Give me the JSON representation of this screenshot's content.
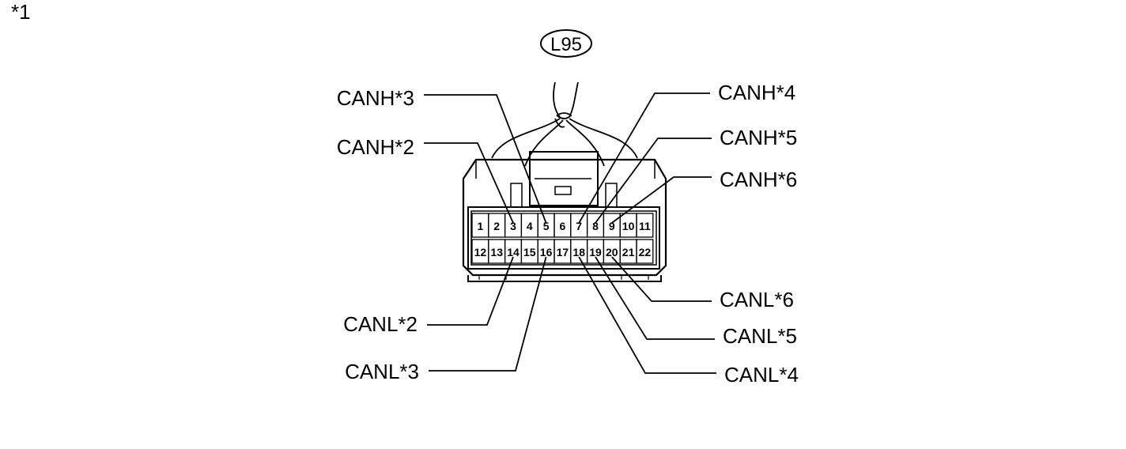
{
  "figure_ref": "*1",
  "connector_code": "L95",
  "pins": {
    "row1": [
      "1",
      "2",
      "3",
      "4",
      "5",
      "6",
      "7",
      "8",
      "9",
      "10",
      "11"
    ],
    "row2": [
      "12",
      "13",
      "14",
      "15",
      "16",
      "17",
      "18",
      "19",
      "20",
      "21",
      "22"
    ]
  },
  "callouts": {
    "left": [
      {
        "label": "CANH*3",
        "pin": "5"
      },
      {
        "label": "CANH*2",
        "pin": "3"
      },
      {
        "label": "CANL*2",
        "pin": "14"
      },
      {
        "label": "CANL*3",
        "pin": "16"
      }
    ],
    "right": [
      {
        "label": "CANH*4",
        "pin": "7"
      },
      {
        "label": "CANH*5",
        "pin": "8"
      },
      {
        "label": "CANH*6",
        "pin": "9"
      },
      {
        "label": "CANL*6",
        "pin": "20"
      },
      {
        "label": "CANL*5",
        "pin": "19"
      },
      {
        "label": "CANL*4",
        "pin": "18"
      }
    ]
  }
}
